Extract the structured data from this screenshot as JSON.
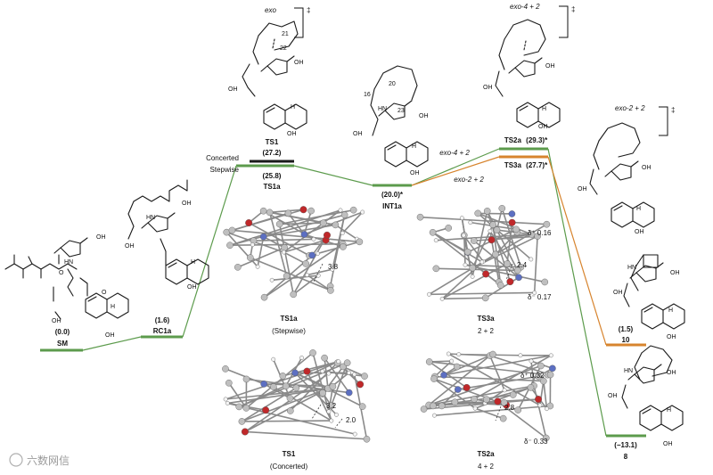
{
  "colors": {
    "stepwise": "#5c9b4c",
    "concerted": "#1a1a1a",
    "ts3a_path": "#d7842e",
    "carbon_ball": "#bfbfbf",
    "oxygen_ball": "#c0282a",
    "nitrogen_ball": "#5c6fc2",
    "hydrogen_ball": "#f4f4f4"
  },
  "levels": {
    "sm": {
      "label": "SM",
      "energy": "(0.0)"
    },
    "rc1a": {
      "label": "RC1a",
      "energy": "(1.6)"
    },
    "ts1": {
      "label": "TS1",
      "energy": "(27.2)"
    },
    "ts1a": {
      "label": "TS1a",
      "energy": "(25.8)"
    },
    "int1a": {
      "label": "INT1a",
      "energy": "(20.0)*"
    },
    "ts2a": {
      "label": "TS2a",
      "energy": "(29.3)*"
    },
    "ts3a": {
      "label": "TS3a",
      "energy": "(27.7)*"
    },
    "p10": {
      "label": "10",
      "energy": "(1.5)"
    },
    "p8": {
      "label": "8",
      "energy": "(−13.1)"
    }
  },
  "path_labels": {
    "concerted": "Concerted",
    "stepwise": "Stepwise",
    "exo42": "exo-4 + 2",
    "exo22": "exo-2 + 2"
  },
  "ts_headers": {
    "ts1": "exo",
    "ts2a": "exo-4 + 2",
    "ts3a": "exo-2 + 2",
    "dagger": "‡"
  },
  "atom_numbers": {
    "a21": "21",
    "a22": "22",
    "a20": "20",
    "a16": "16",
    "a23": "23"
  },
  "structure_text": {
    "oh": "OH",
    "hn": "HN",
    "o": "O",
    "h": "H"
  },
  "geometry_labels": {
    "ts1a": {
      "name": "TS1a",
      "note": "(Stepwise)",
      "distance": "3.8"
    },
    "ts3a": {
      "name": "TS3a",
      "note": "2 + 2",
      "distance": "2.4",
      "charge_top": "δ⁺ 0.16",
      "charge_bottom": "δ⁻ 0.17"
    },
    "ts1": {
      "name": "TS1",
      "note": "(Concerted)",
      "distance": "3.2",
      "distance2": "2.0"
    },
    "ts2a": {
      "name": "TS2a",
      "note": "4 + 2",
      "distance": "2.8",
      "charge_top": "δ⁺ 0.32",
      "charge_bottom": "δ⁻ 0.33"
    }
  },
  "watermark": "六数网信"
}
